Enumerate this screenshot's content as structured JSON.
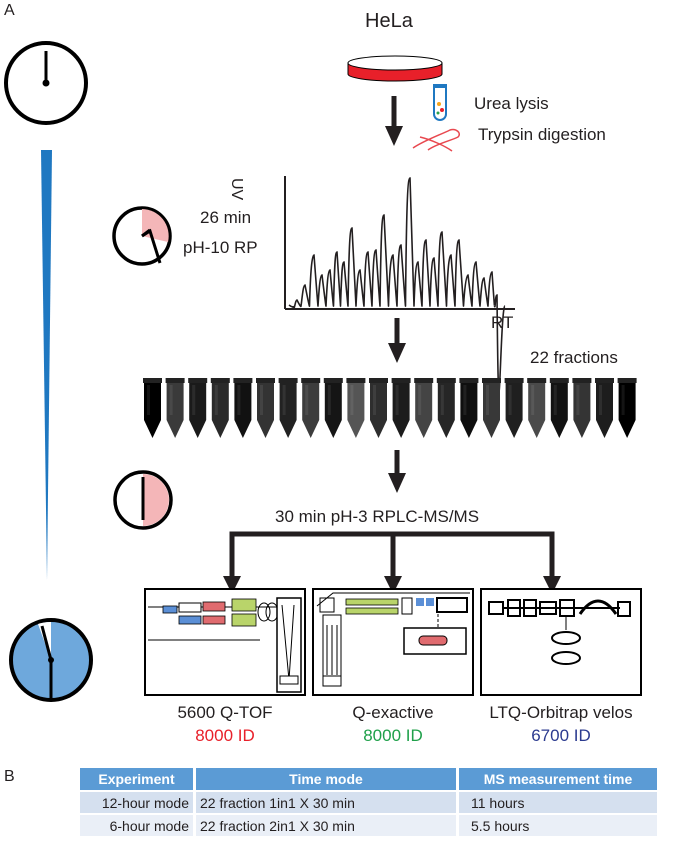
{
  "panel_a": {
    "letter": "A",
    "sample": "HeLa",
    "step_lysis": "Urea lysis",
    "step_digest": "Trypsin digestion",
    "chromatogram": {
      "y_axis": "UV",
      "x_axis": "RT"
    },
    "first_dim_time": "26 min",
    "first_dim_method": "pH-10 RP",
    "fractions_label": "22 fractions",
    "tube_count": 22,
    "second_dim_label": "30 min pH-3 RPLC-MS/MS",
    "instruments": [
      {
        "name": "5600 Q-TOF",
        "ids": "8000 ID",
        "color": "#e8202a"
      },
      {
        "name": "Q-exactive",
        "ids": "8000 ID",
        "color": "#1fa04a"
      },
      {
        "name": "LTQ-Orbitrap velos",
        "ids": "6700 ID",
        "color": "#2b3a8f"
      }
    ]
  },
  "panel_b": {
    "letter": "B",
    "headers": [
      "Experiment",
      "Time mode",
      "MS measurement time"
    ],
    "rows": [
      [
        "12-hour mode",
        "22 fraction 1in1 X 30 min",
        "11 hours"
      ],
      [
        "6-hour mode",
        "22 fraction 2in1 X 30 min",
        "5.5 hours"
      ]
    ]
  },
  "colors": {
    "timeline_blue": "#1f78c1",
    "clock_fill": "#6ea8dc",
    "pink": "#f4b6b8",
    "dish_red": "#e8202a",
    "header_blue": "#5b9bd5"
  }
}
